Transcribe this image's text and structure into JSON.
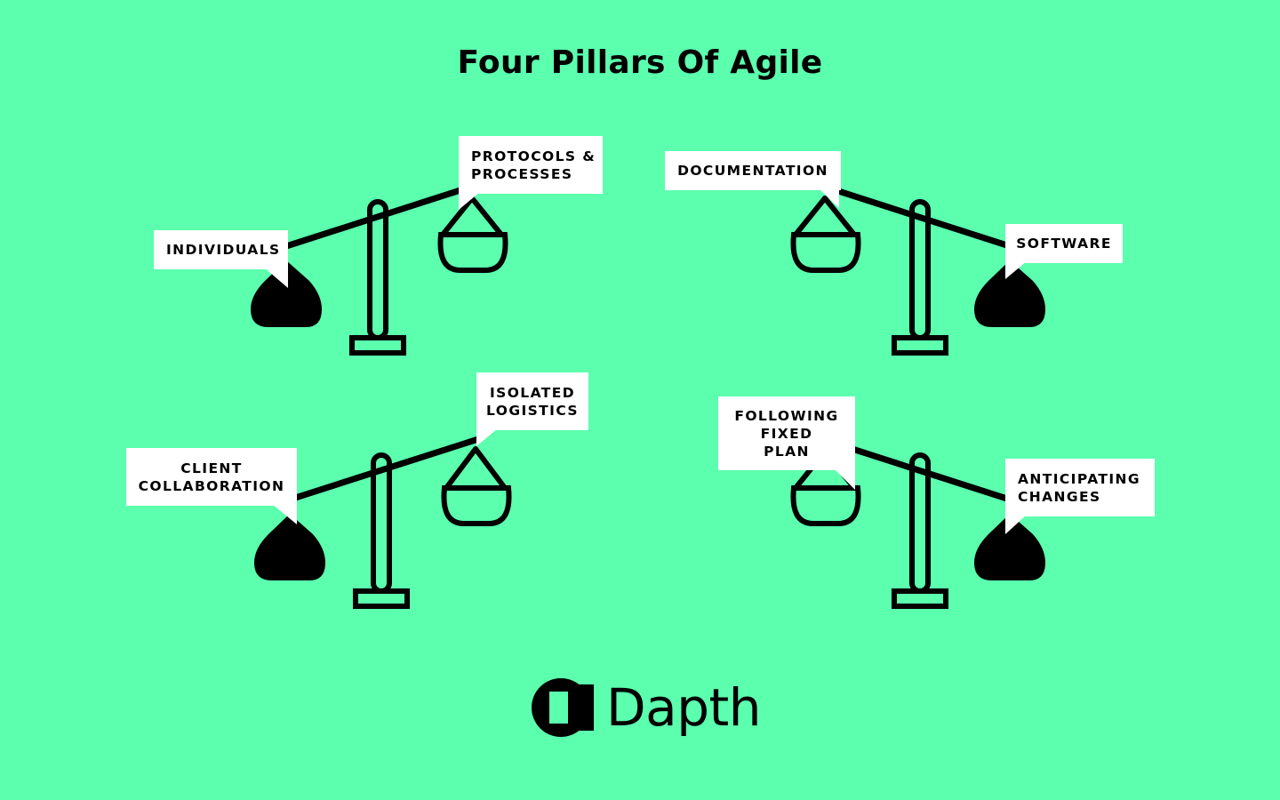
{
  "title": "Four Pillars Of Agile",
  "colors": {
    "background": "#5bffae",
    "ink": "#000000",
    "label_bg": "#ffffff"
  },
  "scales": [
    {
      "heavy_label": "INDIVIDUALS",
      "light_label": "PROTOCOLS &\nPROCESSES",
      "heavy_side": "left"
    },
    {
      "heavy_label": "SOFTWARE",
      "light_label": "DOCUMENTATION",
      "heavy_side": "right"
    },
    {
      "heavy_label": "CLIENT\nCOLLABORATION",
      "light_label": "ISOLATED\nLOGISTICS",
      "heavy_side": "left"
    },
    {
      "heavy_label": "ANTICIPATING\nCHANGES",
      "light_label": "FOLLOWING\nFIXED\nPLAN",
      "heavy_side": "right"
    }
  ],
  "brand": {
    "name": "Dapth",
    "icon": "dapth-logo-icon"
  }
}
